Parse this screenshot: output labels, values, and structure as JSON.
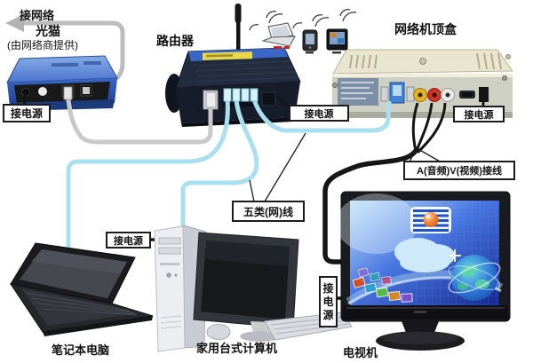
{
  "labels": {
    "network": "接网络",
    "modem": "光猫",
    "modem_note": "(由网络商提供)",
    "router": "路由器",
    "settop": "网络机顶盒",
    "power": "接电源",
    "cat5": "五类(网)线",
    "av": "A(音频)V(视频)接线"
  },
  "captions": {
    "laptop": "笔记本电脑",
    "desktop": "家用台式计算机",
    "tv": "电视机"
  },
  "colors": {
    "cable_cyan": "#a9e0f0",
    "cable_gray": "#c9c9c9",
    "cable_black": "#151515",
    "modem_blue": "#3a66c4",
    "router_dark": "#1b2433",
    "stb_beige": "#e9e5cf",
    "rca_yellow": "#e6b31e",
    "rca_red": "#cf3322",
    "rca_white": "#eceae6",
    "tv_screen_blue": "#2a52c0",
    "logo_orange": "#f08030"
  }
}
